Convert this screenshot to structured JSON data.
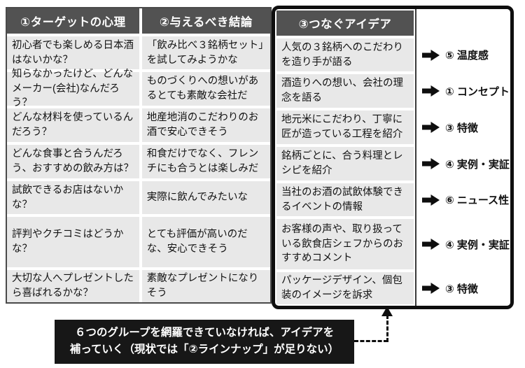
{
  "colors": {
    "header_bg": "#525252",
    "cell_bg": "#e8e8e8",
    "emphasis_border": "#0e0e0e",
    "note_bg": "#171717",
    "note_text": "#ffffff"
  },
  "table": {
    "headers": [
      "①ターゲットの心理",
      "②与えるべき結論",
      "③つなぐアイデア"
    ],
    "rows": [
      {
        "psychology": "初心者でも楽しめる日本酒はないかな？",
        "conclusion": "「飲み比べ３銘柄セット」を試してみようかな",
        "idea": "人気の３銘柄へのこだわりを造り手が語る",
        "group": "⑤ 温度感"
      },
      {
        "psychology": "知らなかったけど、どんなメーカー(会社)なんだろう？",
        "conclusion": "ものづくりへの想いがあるとても素敵な会社だ",
        "idea": "酒造りへの想い、会社の理念を語る",
        "group": "① コンセプト"
      },
      {
        "psychology": "どんな材料を使っているんだろう？",
        "conclusion": "地産地消のこだわりのお酒で安心できそう",
        "idea": "地元米にこだわり、丁寧に匠が造っている工程を紹介",
        "group": "③ 特徴"
      },
      {
        "psychology": "どんな食事と合うんだろう、おすすめの飲み方は？",
        "conclusion": "和食だけでなく、フレンチにも合うとは楽しみだ",
        "idea": "銘柄ごとに、合う料理とレシピを紹介",
        "group": "④ 実例・実証"
      },
      {
        "psychology": "試飲できるお店はないかな？",
        "conclusion": "実際に飲んでみたいな",
        "idea": "当社のお酒の試飲体験できるイベントの情報",
        "group": "⑥ ニュース性"
      },
      {
        "psychology": "評判やクチコミはどうかな？",
        "conclusion": "とても評価が高いのだな、安心できそう",
        "idea": "お客様の声や、取り扱っている飲食店シェフからのおすすめコメント",
        "group": "④ 実例・実証"
      },
      {
        "psychology": "大切な人へプレゼントしたら喜ばれるかな？",
        "conclusion": "素敵なプレゼントになりそう",
        "idea": "パッケージデザイン、個包装のイメージを訴求",
        "group": "③ 特徴"
      }
    ]
  },
  "note": {
    "line1": "６つのグループを網羅できていなければ、アイデアを",
    "line2": "補っていく（現状では「②ラインナップ」が足りない）"
  }
}
